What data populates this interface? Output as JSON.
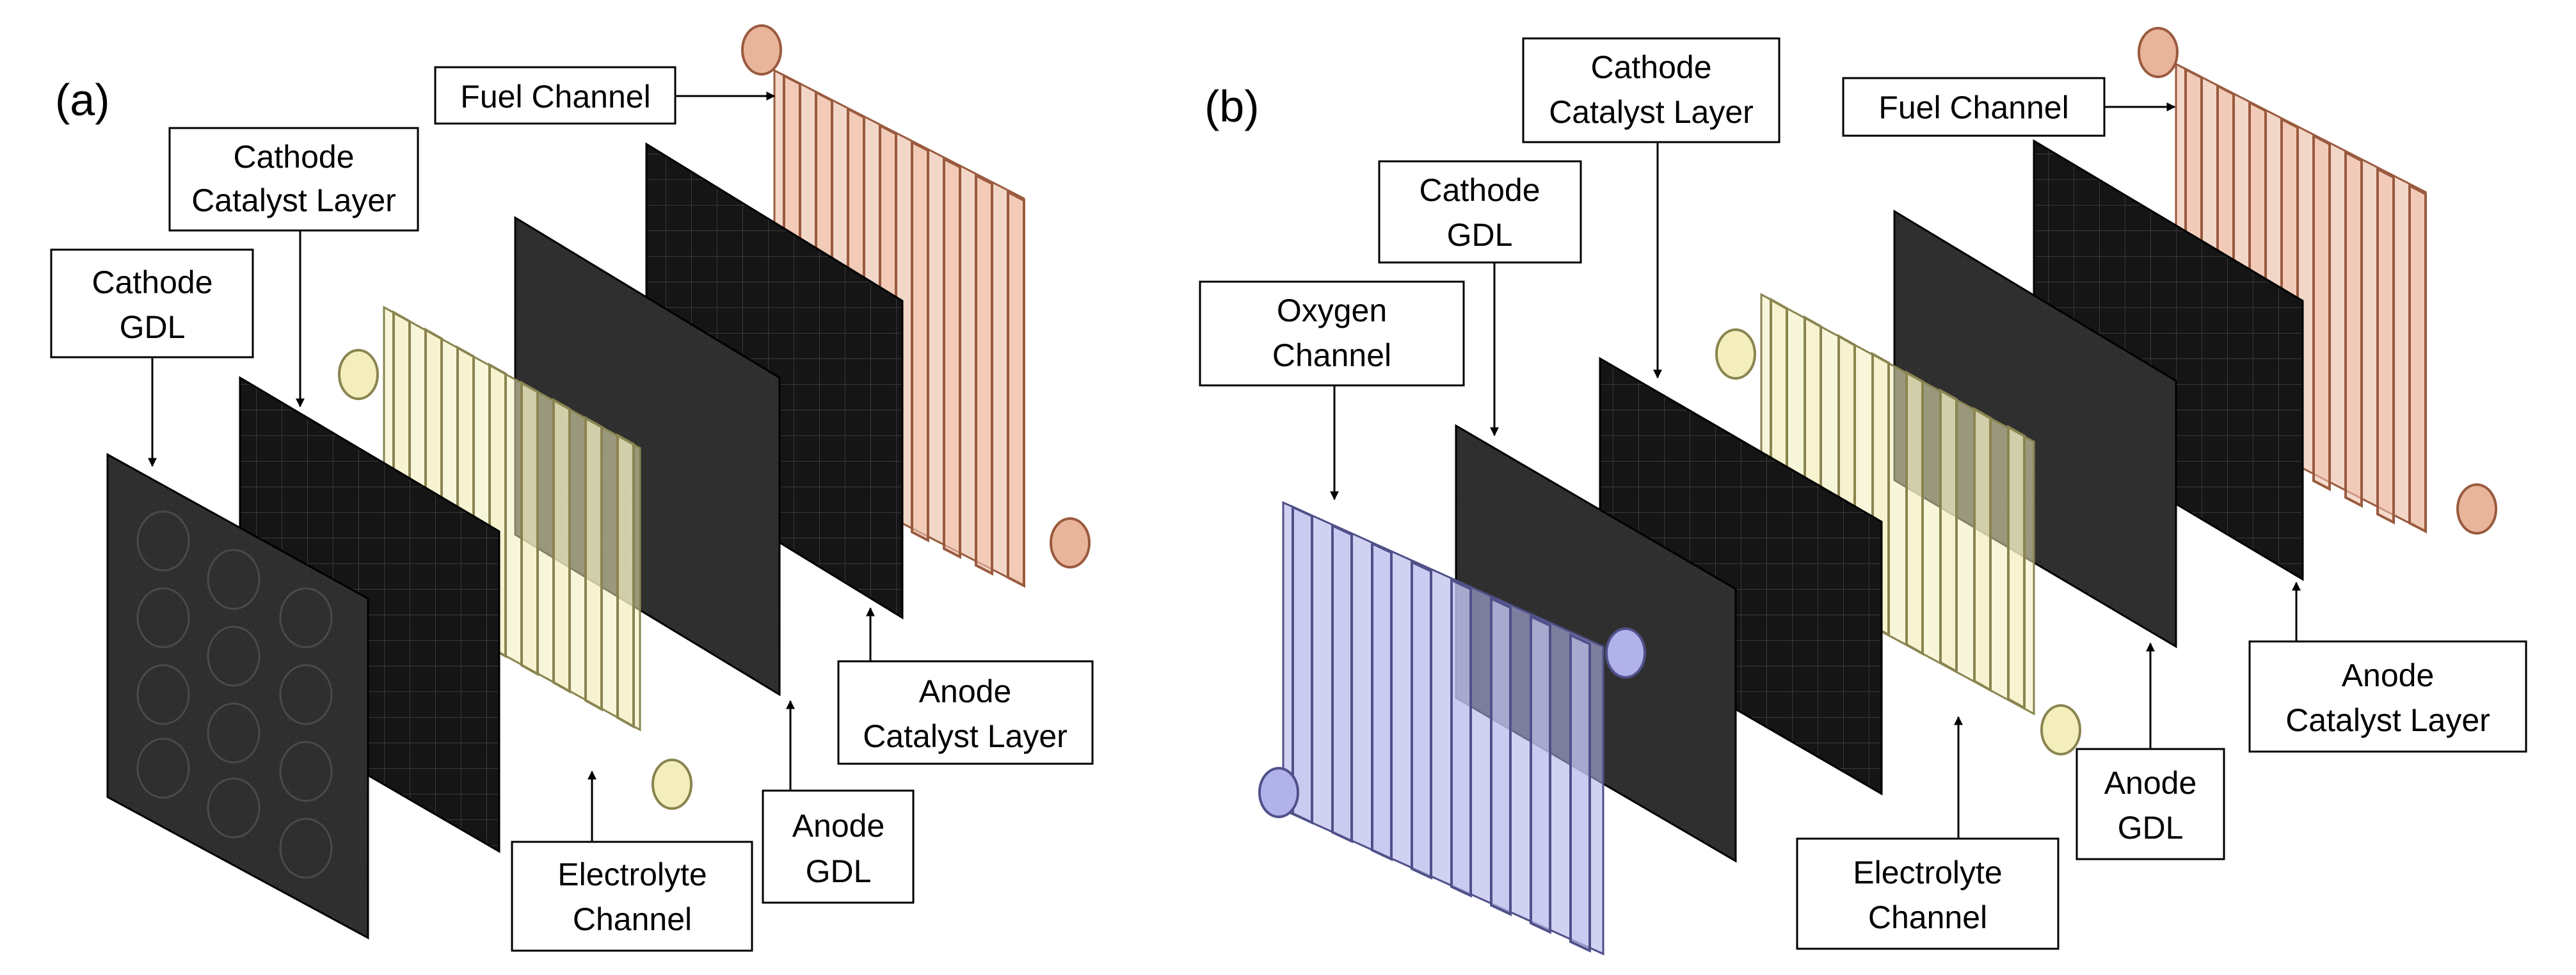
{
  "panels": [
    {
      "id": "a",
      "label": "(a)",
      "callouts": {
        "fuel_channel": [
          "Fuel Channel"
        ],
        "cathode_catalyst_layer": [
          "Cathode",
          "Catalyst Layer"
        ],
        "cathode_gdl": [
          "Cathode",
          "GDL"
        ],
        "anode_catalyst_layer": [
          "Anode",
          "Catalyst Layer"
        ],
        "anode_gdl": [
          "Anode",
          "GDL"
        ],
        "electrolyte_channel": [
          "Electrolyte",
          "Channel"
        ]
      }
    },
    {
      "id": "b",
      "label": "(b)",
      "callouts": {
        "cathode_catalyst_layer": [
          "Cathode",
          "Catalyst Layer"
        ],
        "fuel_channel": [
          "Fuel Channel"
        ],
        "cathode_gdl": [
          "Cathode",
          "GDL"
        ],
        "oxygen_channel": [
          "Oxygen",
          "Channel"
        ],
        "anode_catalyst_layer": [
          "Anode",
          "Catalyst Layer"
        ],
        "anode_gdl": [
          "Anode",
          "GDL"
        ],
        "electrolyte_channel": [
          "Electrolyte",
          "Channel"
        ]
      }
    }
  ],
  "colors": {
    "fuel_channel": "#e8b49a",
    "electrolyte_channel": "#f3eebb",
    "oxygen_channel": "#b2b2ea",
    "gdl": "#2f2f2f",
    "catalyst_layer": "#151515"
  }
}
